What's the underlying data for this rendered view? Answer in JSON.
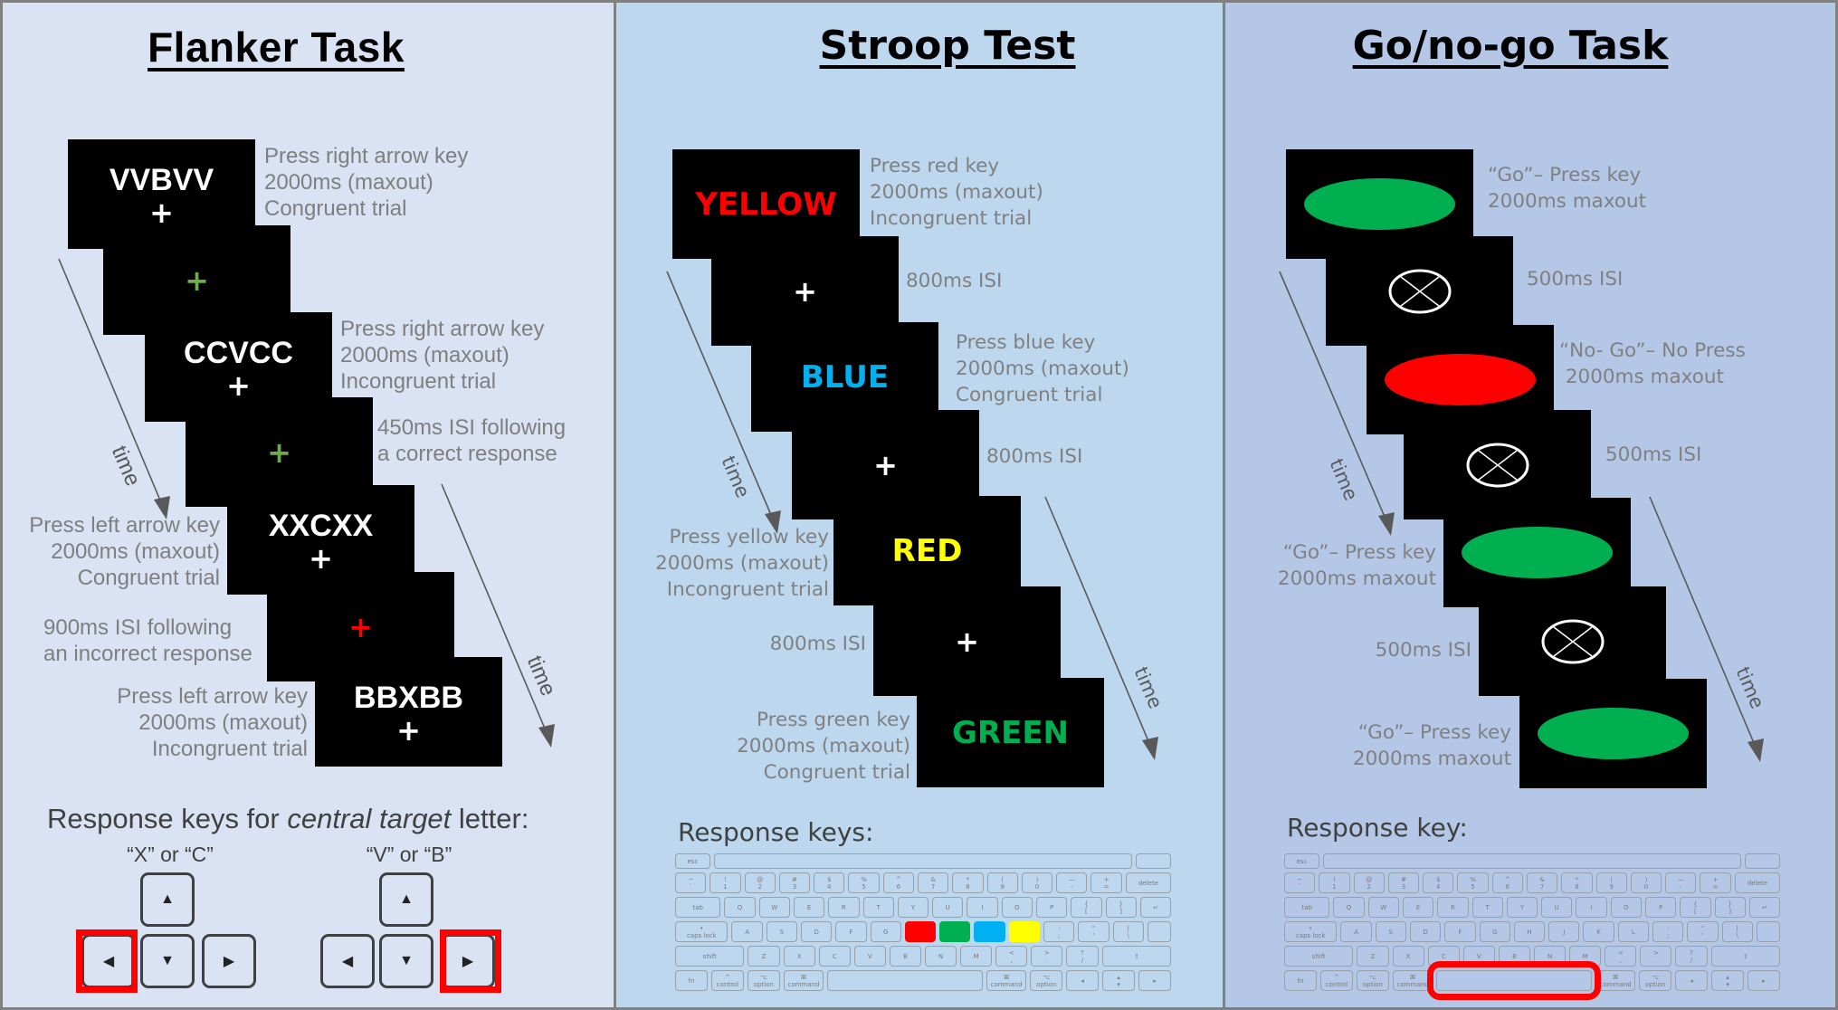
{
  "flanker": {
    "title": "Flanker Task",
    "stimuli": [
      "VVBVV",
      "",
      "CCVCC",
      "",
      "XXCXX",
      "",
      "BBXBB"
    ],
    "crosses": [
      "+",
      "+",
      "+",
      "+",
      "+",
      "+",
      "+"
    ],
    "cross_colors": [
      "#ffffff",
      "#70ad47",
      "#ffffff",
      "#70ad47",
      "#ffffff",
      "#ff0000",
      "#ffffff"
    ],
    "notes": [
      [
        "Press right arrow key",
        "2000ms (maxout)",
        "Congruent trial"
      ],
      [
        "Press right arrow key",
        "2000ms (maxout)",
        "Incongruent trial"
      ],
      [
        "450ms ISI following",
        "a correct response"
      ],
      [
        "Press left arrow key",
        "2000ms (maxout)",
        "Congruent trial"
      ],
      [
        "900ms ISI following",
        "an incorrect response"
      ],
      [
        "Press left arrow key",
        "2000ms (maxout)",
        "Incongruent trial"
      ]
    ],
    "time_label": "time",
    "response": {
      "heading_prefix": "Response keys for ",
      "heading_emph": "central target",
      "heading_suffix": " letter:",
      "left_label": "“X” or “C”",
      "right_label": "“V” or “B”",
      "arrows": {
        "up": "▲",
        "down": "▼",
        "left": "◀",
        "right": "▶"
      },
      "highlight_color": "#ff0000"
    }
  },
  "stroop": {
    "title": "Stroop Test",
    "stimuli": [
      "YELLOW",
      "+",
      "BLUE",
      "+",
      "RED",
      "+",
      "GREEN"
    ],
    "stimulus_colors": [
      "#ff0000",
      "#ffffff",
      "#00b0f0",
      "#ffffff",
      "#ffff00",
      "#ffffff",
      "#00b050"
    ],
    "notes": [
      [
        "Press red key",
        "2000ms (maxout)",
        "Incongruent trial"
      ],
      [
        "800ms ISI"
      ],
      [
        "Press blue key",
        "2000ms (maxout)",
        "Congruent trial"
      ],
      [
        "800ms ISI"
      ],
      [
        "Press yellow key",
        "2000ms (maxout)",
        "Incongruent trial"
      ],
      [
        "800ms ISI"
      ],
      [
        "Press green key",
        "2000ms (maxout)",
        "Congruent trial"
      ]
    ],
    "time_label": "time",
    "response_heading": "Response keys:",
    "highlights": [
      {
        "row": 3,
        "col": 6,
        "fill": "#ff0000"
      },
      {
        "row": 3,
        "col": 7,
        "fill": "#00b050"
      },
      {
        "row": 3,
        "col": 8,
        "fill": "#00b0f0"
      },
      {
        "row": 3,
        "col": 9,
        "fill": "#ffff00"
      }
    ]
  },
  "gonogo": {
    "title": "Go/no-go Task",
    "stimuli": [
      "go",
      "isi",
      "nogo",
      "isi",
      "go",
      "isi",
      "go"
    ],
    "colors": {
      "go": "#00b050",
      "nogo": "#ff0000",
      "isi": "#ffffff"
    },
    "notes": [
      [
        "“Go”– Press key",
        "2000ms maxout"
      ],
      [
        "500ms ISI"
      ],
      [
        "“No- Go”– No Press",
        " 2000ms maxout"
      ],
      [
        "500ms ISI"
      ],
      [
        "“Go”– Press key",
        "2000ms maxout"
      ],
      [
        "500ms ISI"
      ],
      [
        "“Go”– Press key",
        "2000ms maxout"
      ]
    ],
    "time_label": "time",
    "response_heading": "Response key:",
    "highlights": [
      {
        "row": 5,
        "col": 4,
        "outline": "#ff0000"
      }
    ]
  },
  "keyboard": {
    "rows": [
      [
        "esc",
        "",
        ""
      ],
      [
        "~\n`",
        "!\n1",
        "@\n2",
        "#\n3",
        "$\n4",
        "%\n5",
        "^\n6",
        "&\n7",
        "*\n8",
        "(\n9",
        ")\n0",
        "—\n-",
        "+\n=",
        "delete"
      ],
      [
        "tab",
        "Q",
        "W",
        "E",
        "R",
        "T",
        "Y",
        "U",
        "I",
        "O",
        "P",
        "{\n[",
        "}\n]",
        "↵"
      ],
      [
        "•\ncaps lock",
        "A",
        "S",
        "D",
        "F",
        "G",
        "H",
        "J",
        "K",
        "L",
        ":\n;",
        "\"\n'",
        "|\n\\",
        ""
      ],
      [
        "shift",
        "Z",
        "X",
        "C",
        "V",
        "B",
        "N",
        "M",
        "<\n,",
        ">\n.",
        "?\n/",
        "⇧"
      ],
      [
        "fn",
        "^\ncontrol",
        "⌥\noption",
        "⌘\ncommand",
        "",
        "⌘\ncommand",
        "⌥\noption",
        "◂",
        "▴\n▾",
        "▸"
      ]
    ]
  }
}
